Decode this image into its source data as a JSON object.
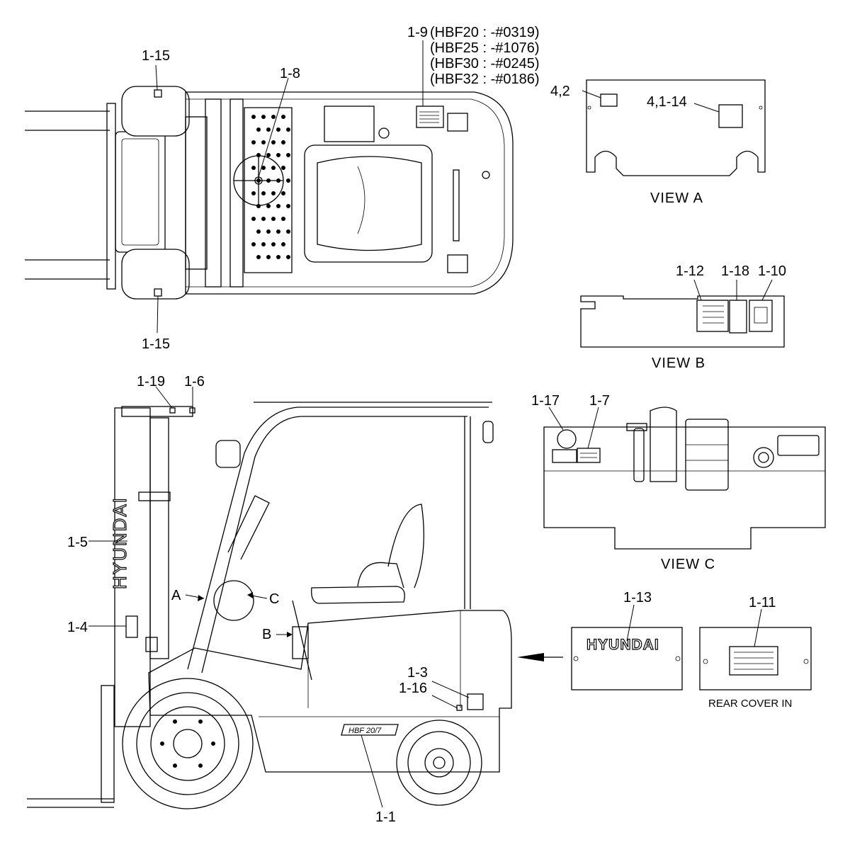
{
  "labels": {
    "l_1_15_top": "1-15",
    "l_1_8": "1-8",
    "l_1_9": "1-9",
    "l_1_9_serial_1": "(HBF20 : -#0319)",
    "l_1_9_serial_2": "(HBF25 : -#1076)",
    "l_1_9_serial_3": "(HBF30 : -#0245)",
    "l_1_9_serial_4": "(HBF32 : -#0186)",
    "l_4_2": "4,2",
    "l_4_1_14": "4,1-14",
    "l_1_15_bottom": "1-15",
    "l_1_12": "1-12",
    "l_1_18": "1-18",
    "l_1_10": "1-10",
    "l_1_19": "1-19",
    "l_1_6": "1-6",
    "l_1_17": "1-17",
    "l_1_7": "1-7",
    "l_1_5": "1-5",
    "l_1_4": "1-4",
    "l_1_13": "1-13",
    "l_1_11": "1-11",
    "l_1_3": "1-3",
    "l_1_16": "1-16",
    "l_1_1": "1-1",
    "arrow_a": "A",
    "arrow_b": "B",
    "arrow_c": "C"
  },
  "views": {
    "view_a": "VIEW  A",
    "view_b": "VIEW  B",
    "view_c": "VIEW  C",
    "rear_cover": "REAR COVER IN"
  },
  "brand": {
    "mast_text": "HYUNDAI",
    "plate_text": "HYUNDAI",
    "model_badge": "HBF 20/7"
  }
}
